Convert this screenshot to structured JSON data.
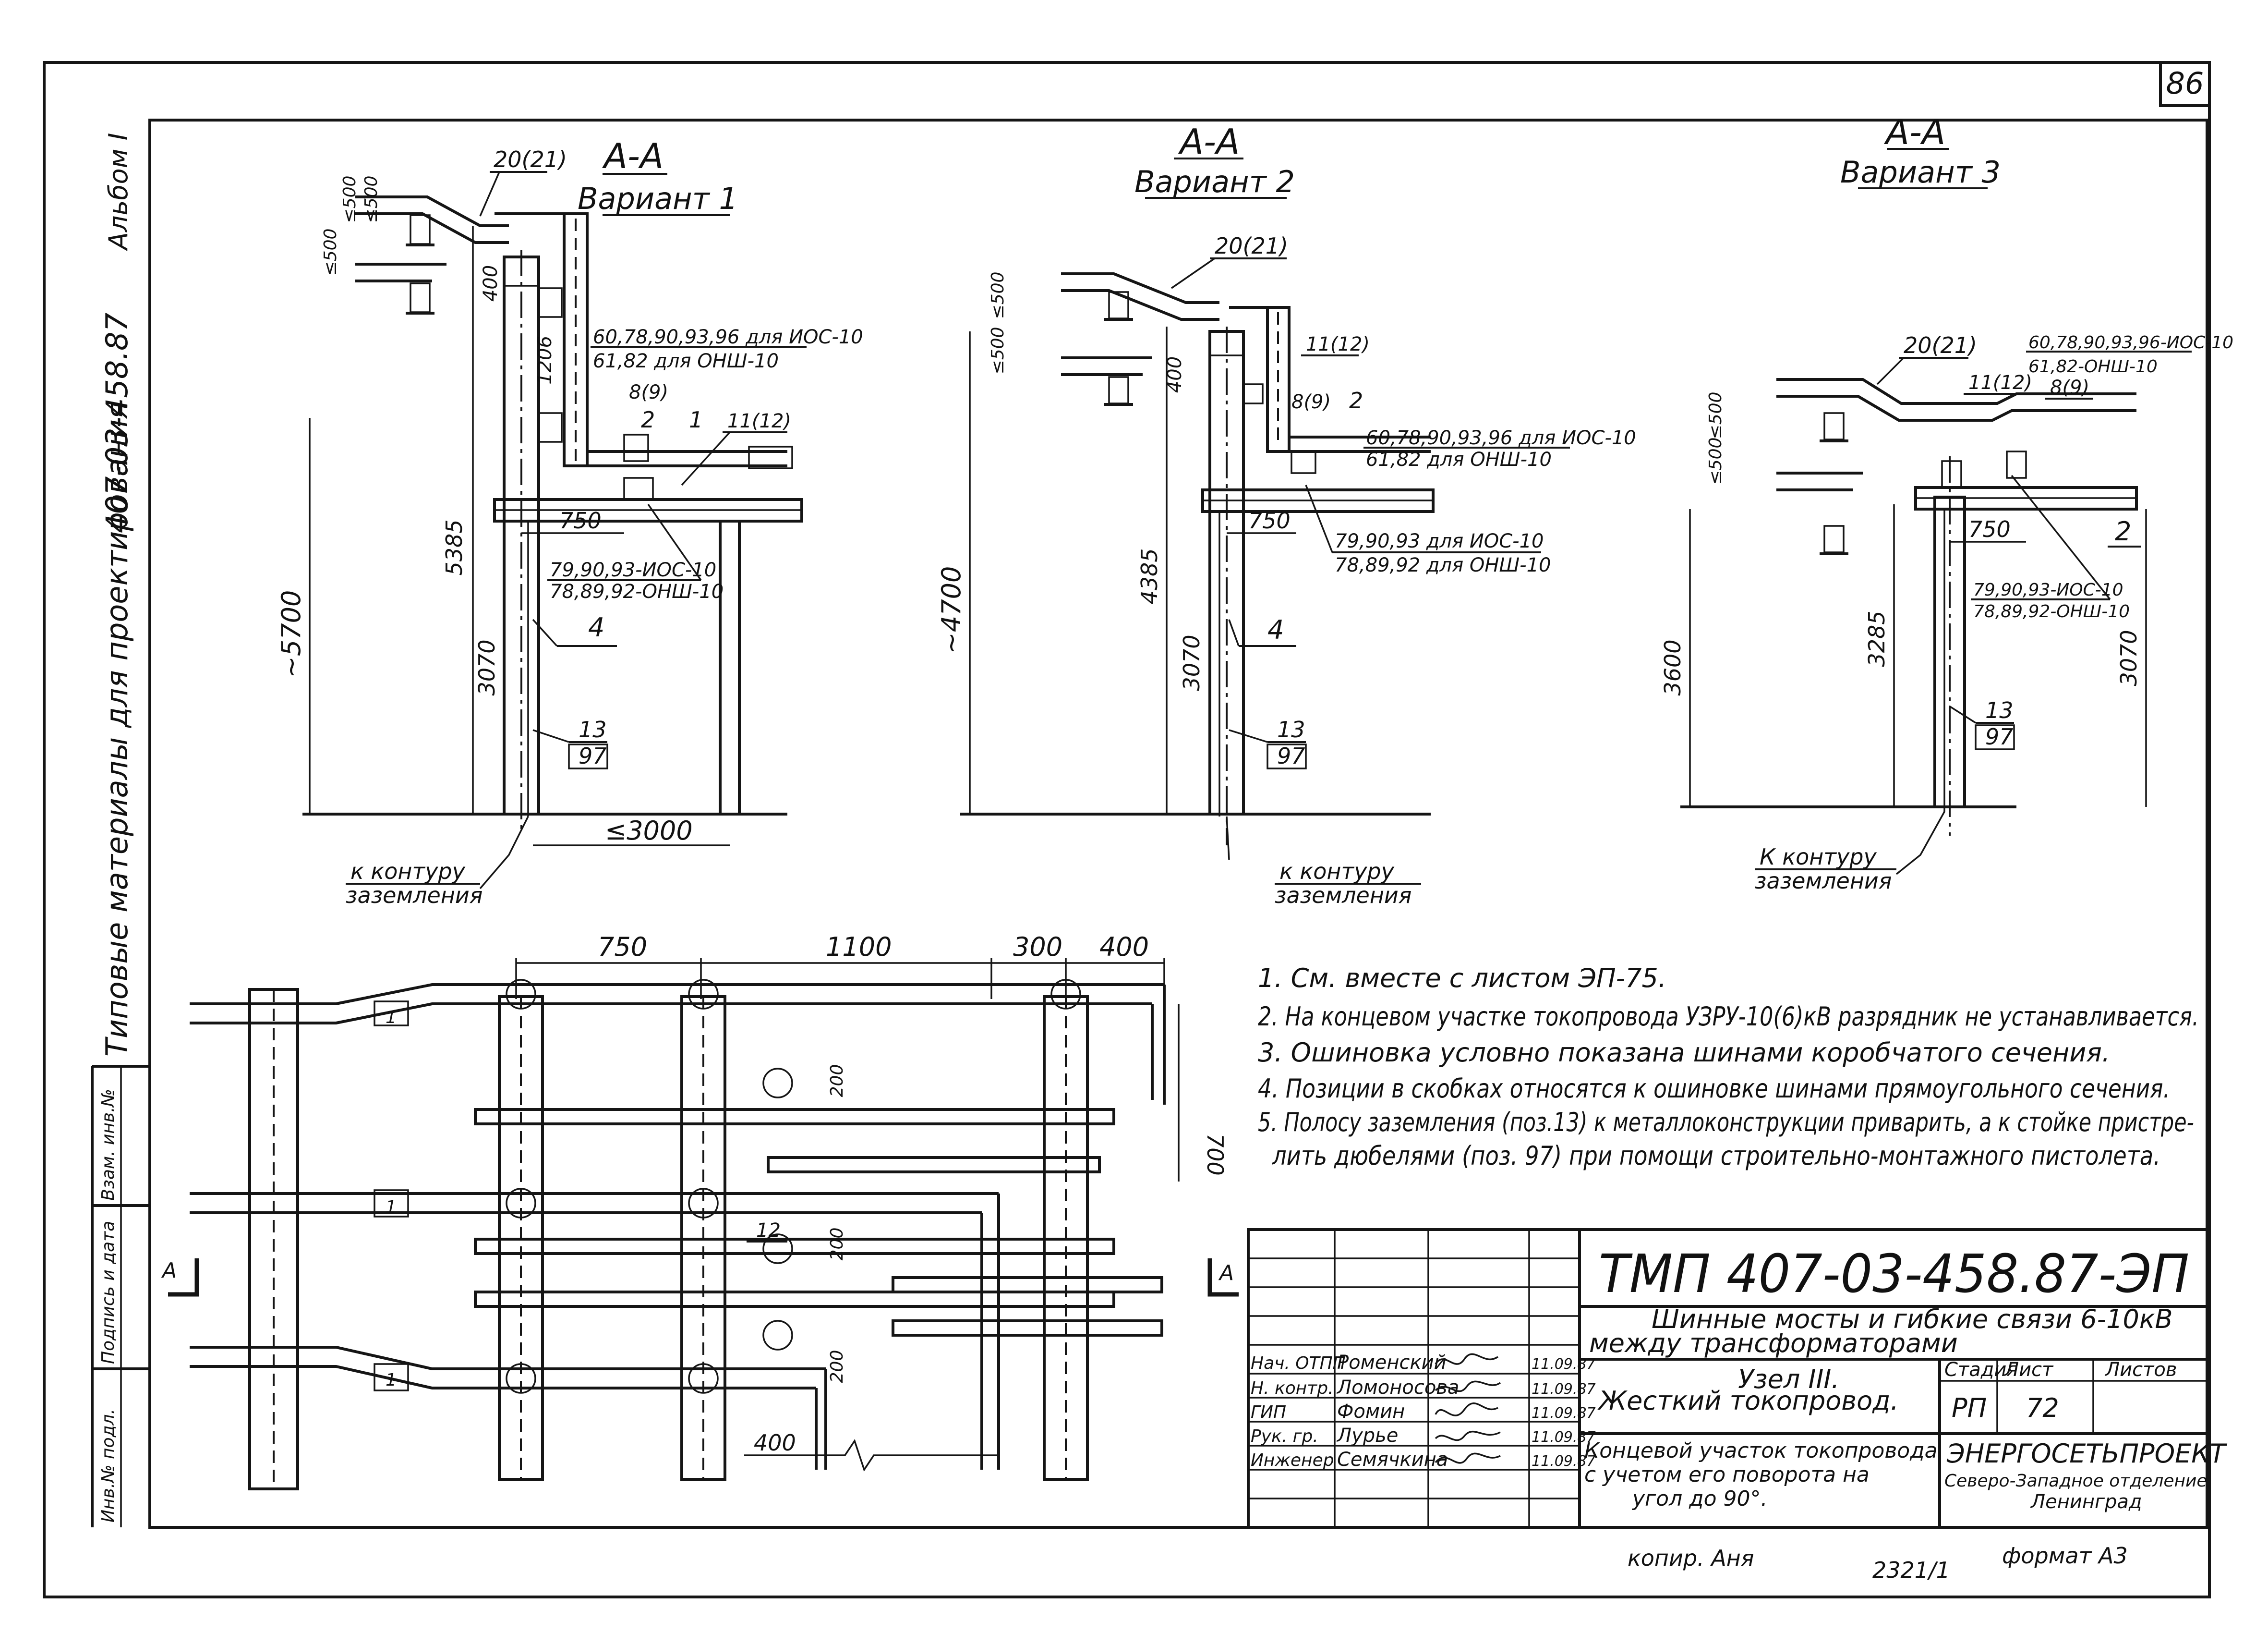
{
  "sheet_number": "86",
  "side_strip": {
    "album": "Альбом I",
    "code": "407-03-458.87",
    "caption": "Типовые материалы для проектирования",
    "stamp_labels": [
      "Инв.№ подл.",
      "Подпись и дата",
      "Взам. инв.№"
    ]
  },
  "views": {
    "v1": {
      "title": "А-А",
      "subtitle": "Вариант 1",
      "callouts": [
        "20(21)",
        "60,78,90,93,96 для ИОС-10",
        "61,82 для ОНШ-10",
        "8(9)",
        "2",
        "1",
        "11(12)",
        "79,90,93-ИОС-10",
        "78,89,92-ОНШ-10",
        "4",
        "13",
        "97"
      ],
      "dims": [
        "~5700",
        "5385",
        "3070",
        "1206",
        "400",
        "≤500",
        "≤500",
        "≤500",
        "750",
        "≤3000"
      ],
      "ground_label_1": "к контуру",
      "ground_label_2": "заземления"
    },
    "v2": {
      "title": "А-А",
      "subtitle": "Вариант 2",
      "callouts": [
        "20(21)",
        "11(12)",
        "8(9)",
        "2",
        "60,78,90,93,96 для ИОС-10",
        "61,82 для ОНШ-10",
        "79,90,93 для ИОС-10",
        "78,89,92 для ОНШ-10",
        "4",
        "13",
        "97"
      ],
      "dims": [
        "~4700",
        "4385",
        "3070",
        "400",
        "≤500",
        "≤500",
        "750"
      ],
      "ground_label_1": "к контуру",
      "ground_label_2": "заземления"
    },
    "v3": {
      "title": "А-А",
      "subtitle": "Вариант 3",
      "callouts": [
        "20(21)",
        "11(12)",
        "60,78,90,93,96-ИОС-10",
        "61,82-ОНШ-10",
        "8(9)",
        "2",
        "79,90,93-ИОС-10",
        "78,89,92-ОНШ-10",
        "13",
        "97"
      ],
      "dims": [
        "3600",
        "3285",
        "3070",
        "≤500",
        "≤500",
        "750"
      ],
      "ground_label_1": "К контуру",
      "ground_label_2": "заземления"
    },
    "plan": {
      "dims": [
        "750",
        "1100",
        "300",
        "400",
        "200",
        "200",
        "200",
        "700",
        "400"
      ],
      "callouts": [
        "1",
        "12"
      ],
      "section_mark": "А"
    }
  },
  "notes": [
    "1. См. вместе с листом ЭП-75.",
    "2. На концевом участке токопровода УЗРУ-10(6)кВ разрядник не устанавливается.",
    "3. Ошиновка условно показана шинами коробчатого сечения.",
    "4. Позиции в скобках относятся к ошиновке шинами прямоугольного сечения.",
    "5. Полосу заземления (поз.13) к металлоконструкции приварить, а к стойке пристре-",
    "лить дюбелями (поз. 97) при помощи строительно-монтажного пистолета."
  ],
  "title_block": {
    "doc_code": "ТМП 407-03-458.87-ЭП",
    "project_title_1": "Шинные мосты и гибкие связи 6-10кВ",
    "project_title_2": "между трансформаторами",
    "node_title_1": "Узел III.",
    "node_title_2": "Жесткий токопровод.",
    "stage_label": "Стадия",
    "sheet_label": "Лист",
    "sheets_label": "Листов",
    "stage": "РП",
    "sheet": "72",
    "sheets": "",
    "drawing_title_1": "Концевой участок токопровода",
    "drawing_title_2": "с учетом его поворота на",
    "drawing_title_3": "угол до 90°.",
    "org_1": "ЭНЕРГОСЕТЬПРОЕКТ",
    "org_2": "Северо-Западное отделение",
    "org_3": "Ленинград",
    "staff": [
      {
        "role": "Нач. ОТПП",
        "name": "Роменский",
        "date": "11.09.87"
      },
      {
        "role": "Н. контр.",
        "name": "Ломоносова",
        "date": "11.09.87"
      },
      {
        "role": "ГИП",
        "name": "Фомин",
        "date": "11.09.87"
      },
      {
        "role": "Рук. гр.",
        "name": "Лурье",
        "date": "11.09.87"
      },
      {
        "role": "Инженер",
        "name": "Семячкина",
        "date": "11.09.87"
      }
    ]
  },
  "footer": {
    "copied": "копир. Аня",
    "number": "2321/1",
    "format": "формат А3"
  }
}
